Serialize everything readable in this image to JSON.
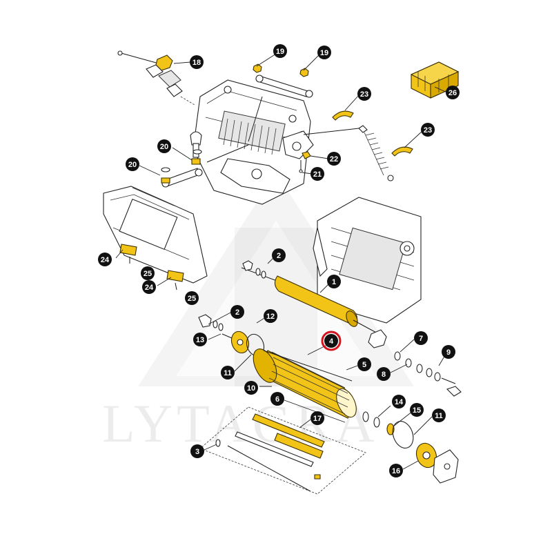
{
  "colors": {
    "highlight": "#f2c418",
    "highlight_dark": "#c99a00",
    "callout_fill": "#111111",
    "callout_text": "#ffffff",
    "focus_ring": "#d4141c"
  },
  "watermark": {
    "text": "LYTAGRA"
  },
  "callouts": [
    {
      "label": "18"
    },
    {
      "label": "19"
    },
    {
      "label": "19"
    },
    {
      "label": "26"
    },
    {
      "label": "23"
    },
    {
      "label": "23"
    },
    {
      "label": "20"
    },
    {
      "label": "20"
    },
    {
      "label": "22"
    },
    {
      "label": "21"
    },
    {
      "label": "2"
    },
    {
      "label": "1"
    },
    {
      "label": "24"
    },
    {
      "label": "25"
    },
    {
      "label": "24"
    },
    {
      "label": "25"
    },
    {
      "label": "2"
    },
    {
      "label": "12"
    },
    {
      "label": "13"
    },
    {
      "label": "4"
    },
    {
      "label": "7"
    },
    {
      "label": "11"
    },
    {
      "label": "5"
    },
    {
      "label": "9"
    },
    {
      "label": "8"
    },
    {
      "label": "10"
    },
    {
      "label": "6"
    },
    {
      "label": "14"
    },
    {
      "label": "15"
    },
    {
      "label": "11"
    },
    {
      "label": "17"
    },
    {
      "label": "3"
    },
    {
      "label": "16"
    }
  ],
  "highlighted_callout": "4"
}
